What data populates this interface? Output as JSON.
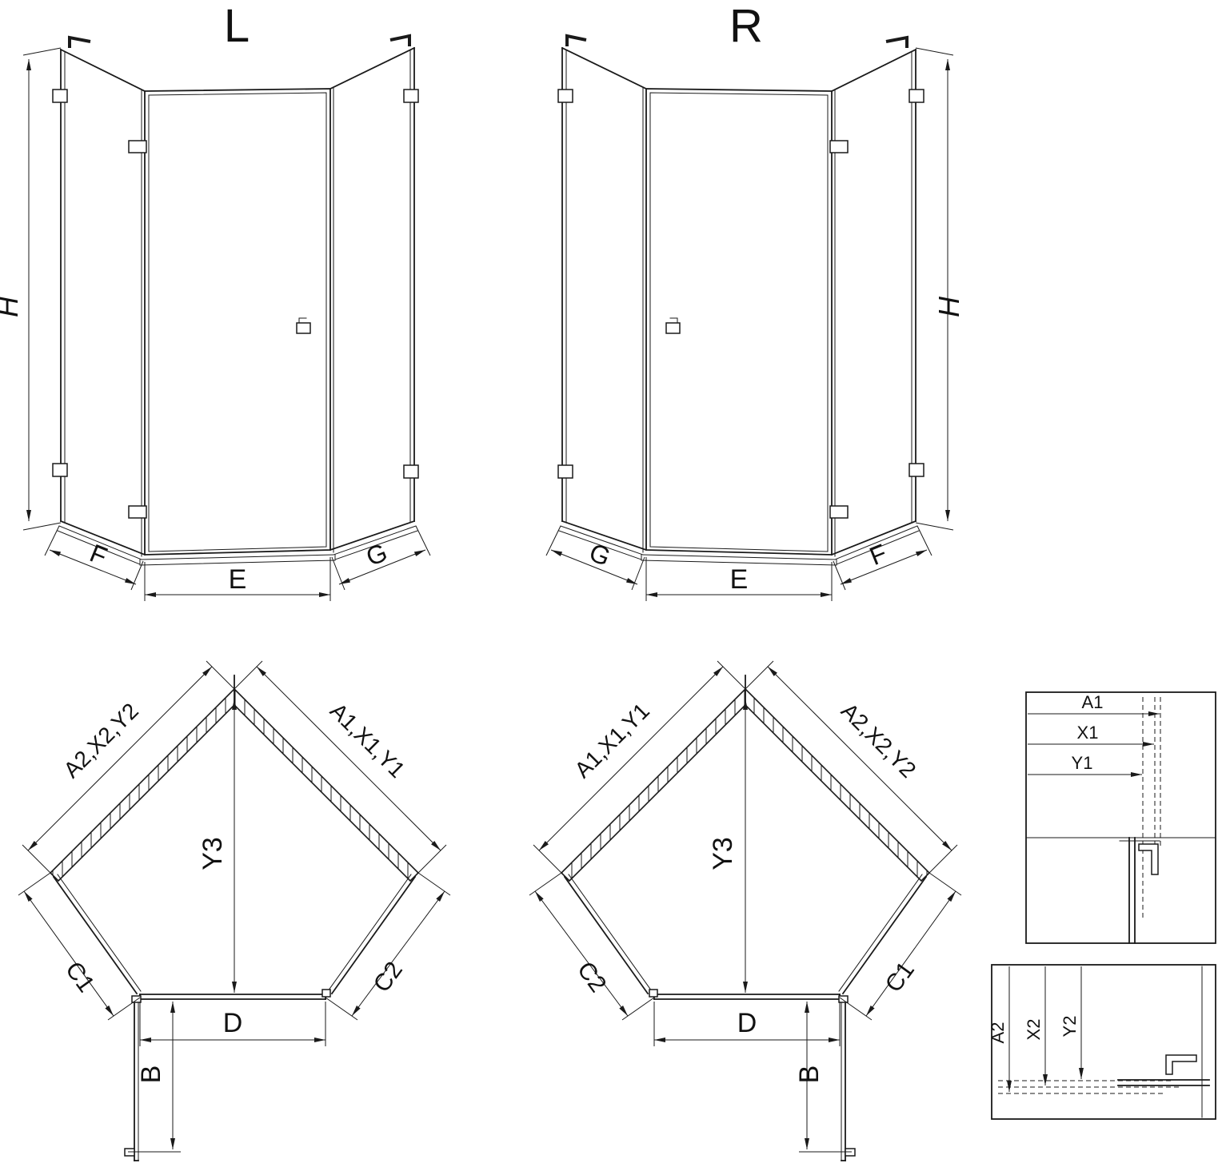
{
  "drawing": {
    "elevation_left": {
      "title": "L",
      "dim_height": "H",
      "dim_bottom_left": "F",
      "dim_bottom_center": "E",
      "dim_bottom_right": "G"
    },
    "elevation_right": {
      "title": "R",
      "dim_height": "H",
      "dim_bottom_left": "G",
      "dim_bottom_center": "E",
      "dim_bottom_right": "F"
    },
    "plan_left": {
      "dim_wall_left": "A2,X2,Y2",
      "dim_wall_right": "A1,X1,Y1",
      "dim_depth": "Y3",
      "dim_panel_left": "C1",
      "dim_panel_right": "C2",
      "dim_door_width": "D",
      "dim_door_opening": "B"
    },
    "plan_right": {
      "dim_wall_left": "A1,X1,Y1",
      "dim_wall_right": "A2,X2,Y2",
      "dim_depth": "Y3",
      "dim_panel_left": "C2",
      "dim_panel_right": "C1",
      "dim_door_width": "D",
      "dim_door_opening": "B"
    },
    "detail_top": {
      "dim_1": "A1",
      "dim_2": "X1",
      "dim_3": "Y1"
    },
    "detail_bottom": {
      "dim_1": "A2",
      "dim_2": "X2",
      "dim_3": "Y2"
    },
    "colors": {
      "line": "#1a1a1a",
      "background": "#ffffff"
    }
  }
}
